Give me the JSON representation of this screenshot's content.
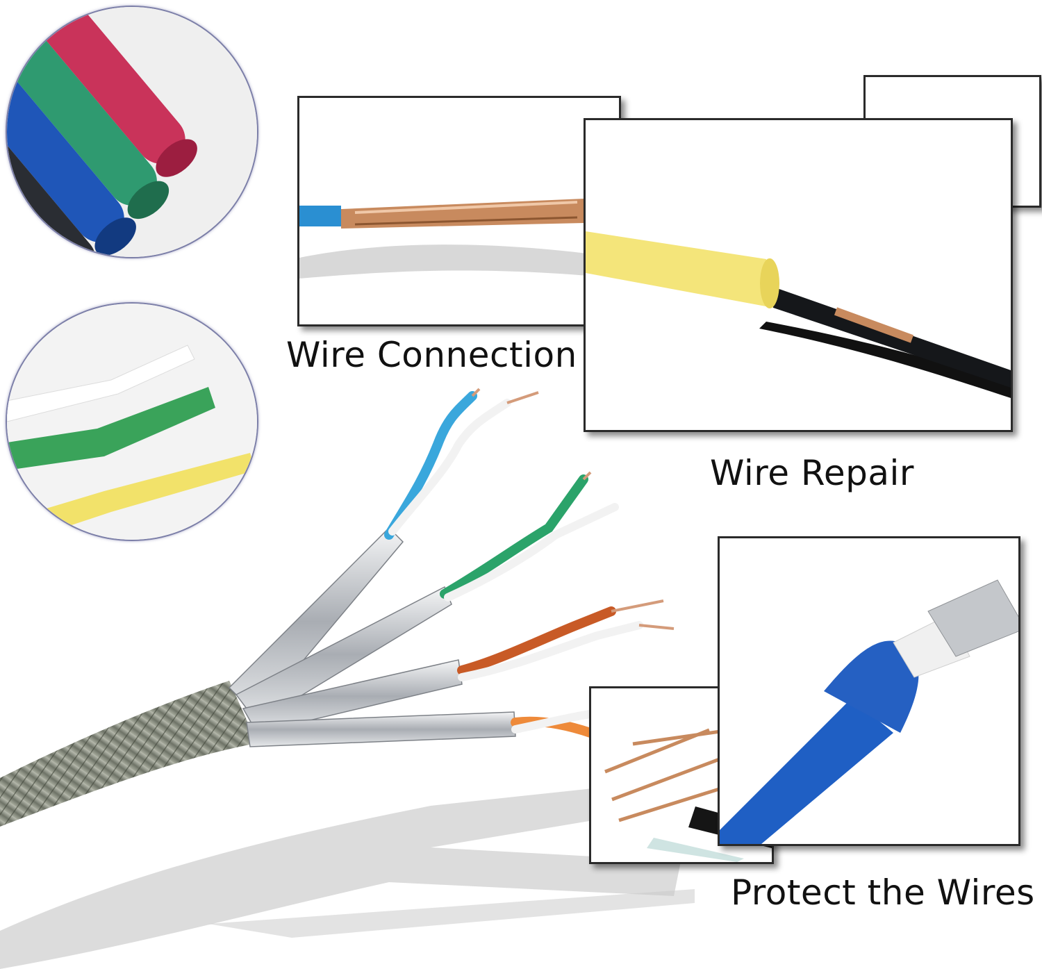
{
  "captions": {
    "wire_connection": "Wire Connection",
    "wire_repair": "Wire Repair",
    "protect_wires": "Protect the Wires"
  },
  "colors": {
    "tube_black": "#2a2d33",
    "tube_blue": "#1f56b8",
    "tube_green": "#2f9a70",
    "tube_red": "#c9335a",
    "sleeve_yellow": "#f4e57a",
    "copper": "#c88a5e",
    "foil": "#c9cdd2"
  },
  "icons": [
    "heat-shrink-tubes-photo",
    "shrunk-tubes-photo",
    "shielded-cable-photo"
  ]
}
